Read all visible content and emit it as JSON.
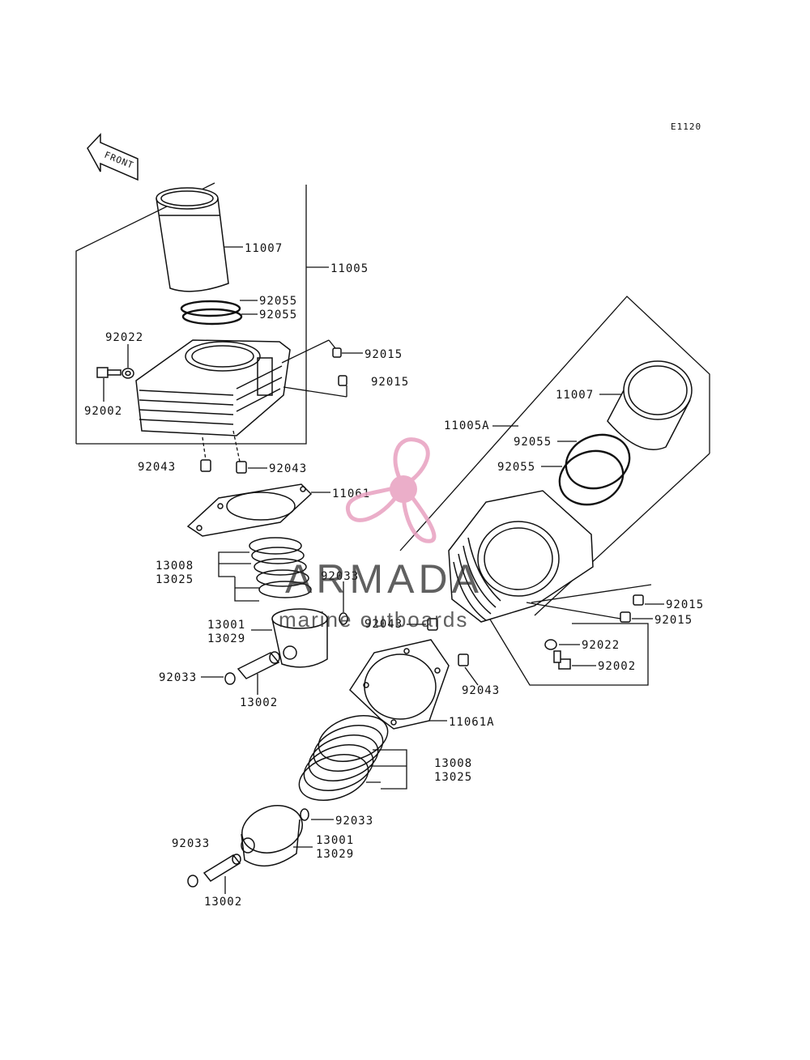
{
  "diagram_code": "E1120",
  "front_label": "FRONT",
  "watermark": {
    "brand": "ARMADA",
    "tagline": "marine outboards",
    "accent_color": "#e8a1c0"
  },
  "labels": {
    "a_11007": "11007",
    "a_11005": "11005",
    "a_92055_1": "92055",
    "a_92055_2": "92055",
    "a_92022": "92022",
    "a_92002": "92002",
    "a_92015_1": "92015",
    "a_92015_2": "92015",
    "a_92043_l": "92043",
    "a_92043_r": "92043",
    "a_11061": "11061",
    "a_13008": "13008",
    "a_13025": "13025",
    "a_92033_t": "92033",
    "a_13001": "13001",
    "a_13029": "13029",
    "a_92033_l": "92033",
    "a_13002": "13002",
    "b_11007": "11007",
    "b_11005A": "11005A",
    "b_92055_1": "92055",
    "b_92055_2": "92055",
    "b_92043_l": "92043",
    "b_92043_r": "92043",
    "b_92015_1": "92015",
    "b_92015_2": "92015",
    "b_92022": "92022",
    "b_92002": "92002",
    "b_11061A": "11061A",
    "b_13008": "13008",
    "b_13025": "13025",
    "b_92033_r": "92033",
    "b_92033_l": "92033",
    "b_13001": "13001",
    "b_13029": "13029",
    "b_13002": "13002"
  }
}
